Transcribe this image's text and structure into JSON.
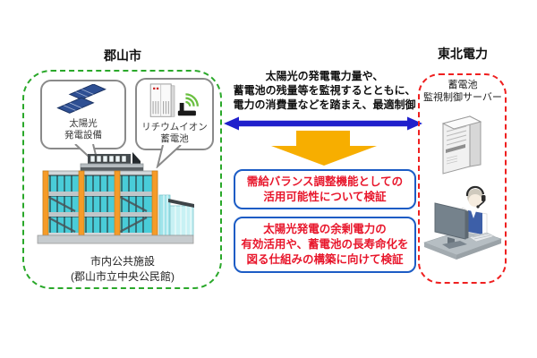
{
  "colors": {
    "green_border": "#2aa82a",
    "red_border": "#ef2020",
    "blue_arrow": "#2020cc",
    "yellow_arrow": "#f7ae00",
    "blue_box_border": "#1c5cc5",
    "red_text": "#e8172c"
  },
  "koriyama": {
    "title": "郡山市",
    "solar_label": "太陽光\n発電設備",
    "battery_label": "リチウムイオン\n蓄電池",
    "facility_caption": "市内公共施設\n(郡山市立中央公民館)"
  },
  "center": {
    "monitoring_text": "太陽光の発電電力量や、\n蓄電池の残量等を監視するとともに、\n電力の消費量などを踏まえ、最適制御",
    "verification_boxes": [
      {
        "text": "需給バランス調整機能としての\n活用可能性について検証"
      },
      {
        "text": "太陽光発電の余剰電力の\n有効活用や、蓄電池の長寿命化を\n図る仕組みの構築に向けて検証"
      }
    ]
  },
  "tohoku": {
    "title": "東北電力",
    "server_label": "蓄電池\n監視制御サーバー"
  }
}
